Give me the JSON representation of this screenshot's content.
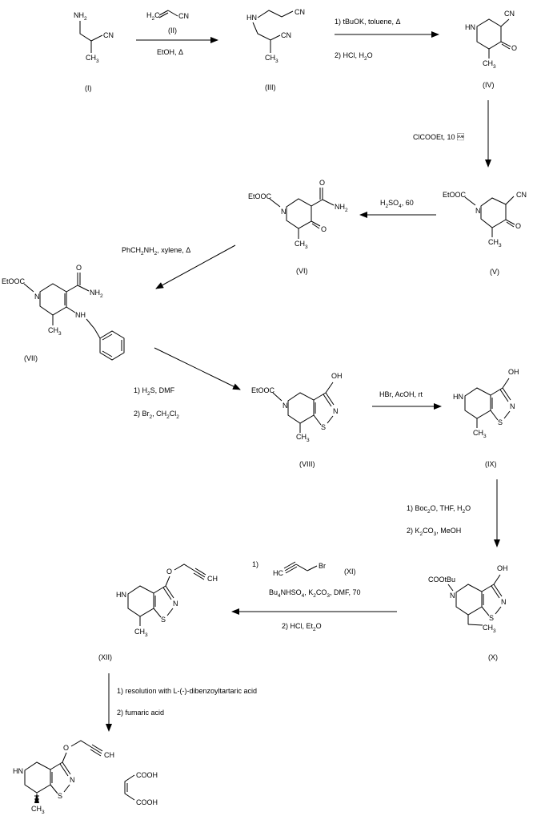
{
  "scheme": {
    "compounds": {
      "I": {
        "label": "(I)",
        "atoms": {
          "nh2": "NH2",
          "cn": "CN",
          "me": "CH3"
        }
      },
      "II": {
        "label": "(II)",
        "atoms": {
          "ch2": "H2C",
          "cn": "CN"
        }
      },
      "III": {
        "label": "(III)",
        "atoms": {
          "hn": "HN",
          "cn1": "CN",
          "cn2": "CN",
          "me": "CH3"
        }
      },
      "IV": {
        "label": "(IV)",
        "atoms": {
          "hn": "HN",
          "cn": "CN",
          "o": "O",
          "me": "CH3"
        }
      },
      "V": {
        "label": "(V)",
        "atoms": {
          "ester": "EtOOC",
          "n": "N",
          "cn": "CN",
          "o": "O",
          "me": "CH3"
        }
      },
      "VI": {
        "label": "(VI)",
        "atoms": {
          "ester": "EtOOC",
          "n": "N",
          "o1": "O",
          "nh2": "NH2",
          "o2": "O",
          "me": "CH3"
        }
      },
      "VII": {
        "label": "(VII)",
        "atoms": {
          "ester": "EtOOC",
          "n": "N",
          "o": "O",
          "nh2": "NH2",
          "nh": "NH",
          "me": "CH3"
        }
      },
      "VIII": {
        "label": "(VIII)",
        "atoms": {
          "ester": "EtOOC",
          "n": "N",
          "oh": "OH",
          "nr": "N",
          "s": "S",
          "me": "CH3"
        }
      },
      "IX": {
        "label": "(IX)",
        "atoms": {
          "hn": "HN",
          "oh": "OH",
          "nr": "N",
          "s": "S",
          "me": "CH3"
        }
      },
      "X": {
        "label": "(X)",
        "atoms": {
          "boc": "COOtBu",
          "n": "N",
          "oh": "OH",
          "nr": "N",
          "s": "S",
          "me": "CH3"
        }
      },
      "XI": {
        "label": "(XI)",
        "atoms": {
          "hc": "HC",
          "br": "Br"
        }
      },
      "XII": {
        "label": "(XII)",
        "atoms": {
          "hn": "HN",
          "o": "O",
          "ch": "CH",
          "nr": "N",
          "s": "S",
          "me": "CH3"
        }
      },
      "final": {
        "atoms": {
          "hn": "HN",
          "o": "O",
          "ch": "CH",
          "nr": "N",
          "s": "S",
          "me": "CH3",
          "acid1": "COOH",
          "acid2": "COOH"
        }
      }
    },
    "conditions": {
      "step1": {
        "reagent": "(II)",
        "cond": "EtOH, Δ"
      },
      "step2": {
        "line1": "1) tBuOK, toluene, Δ",
        "line2": "2) HCl, H2O"
      },
      "step3": {
        "line1": "ClCOOEt, 10 \u001a"
      },
      "step4": {
        "line1": "H2SO4, 60 \u001a"
      },
      "step5": {
        "line1": "PhCH2NH2, xylene, Δ"
      },
      "step6": {
        "line1": "1) H2S, DMF",
        "line2": "2) Br2, CH2Cl2"
      },
      "step7": {
        "line1": "HBr, AcOH, rt"
      },
      "step8": {
        "line1": "1) Boc2O, THF, H2O",
        "line2": "2) K2CO3, MeOH"
      },
      "step9": {
        "prefix": "1)",
        "line1": "Bu4NHSO4, K2CO3, DMF, 70 \u001a",
        "line2": "2) HCl, Et2O"
      },
      "step10": {
        "line1": "1) resolution with L-(-)-dibenzoyltartaric acid",
        "line2": "2) fumaric acid"
      }
    }
  }
}
